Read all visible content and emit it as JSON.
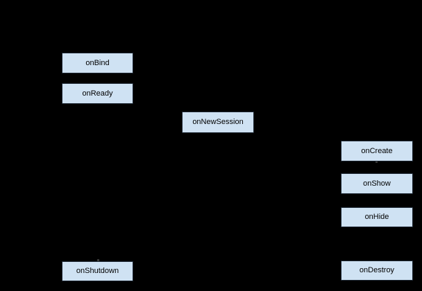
{
  "diagram": {
    "description": "Lifecycle flow diagram on black background; connector arrows are black and not visible against the background",
    "background_color": "#000000",
    "node_style": {
      "fill_color": "#cfe2f3",
      "border_color": "#1d2733",
      "text_color": "#000000"
    },
    "nodes": [
      {
        "id": "onBind",
        "label": "onBind"
      },
      {
        "id": "onReady",
        "label": "onReady"
      },
      {
        "id": "onNewSession",
        "label": "onNewSession"
      },
      {
        "id": "onCreate",
        "label": "onCreate"
      },
      {
        "id": "onShow",
        "label": "onShow"
      },
      {
        "id": "onHide",
        "label": "onHide"
      },
      {
        "id": "onShutdown",
        "label": "onShutdown"
      },
      {
        "id": "onDestroy",
        "label": "onDestroy"
      }
    ]
  }
}
